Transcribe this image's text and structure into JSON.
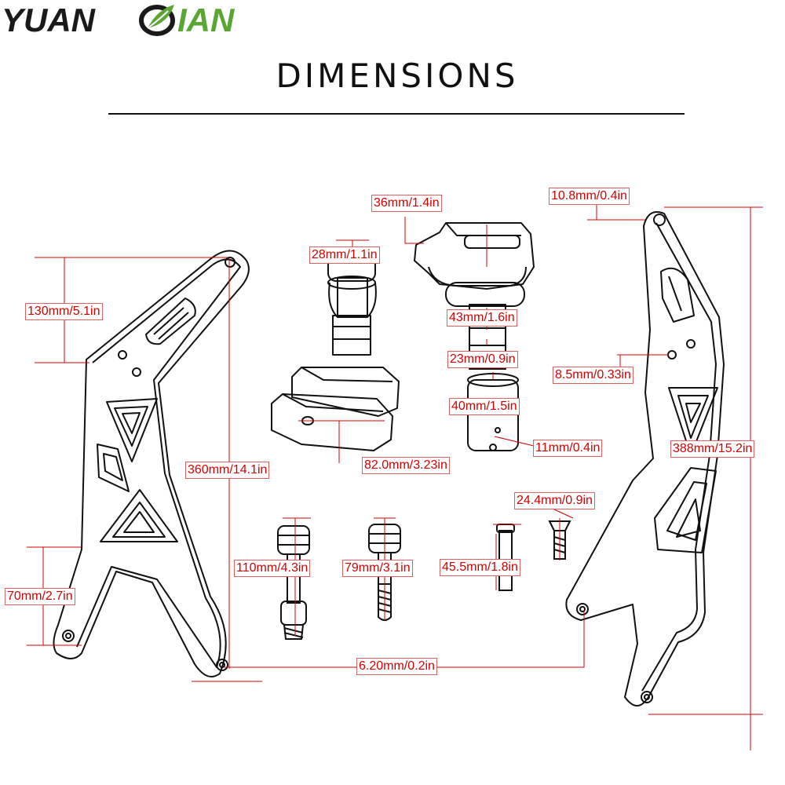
{
  "brand": {
    "logo_text": "YUANQIAN",
    "accent_color": "#5aa632",
    "text_color": "#1a1a1a"
  },
  "title": "DIMENSIONS",
  "colors": {
    "dimension_line": "#d40000",
    "outline": "#111111"
  },
  "dimensions": {
    "bracket_top": "130mm/5.1in",
    "bracket_height": "360mm/14.1in",
    "bracket_bottom": "70mm/2.7in",
    "slider_top_cap": "28mm/1.1in",
    "slider_width": "82.0mm/3.23in",
    "slider2_top": "36mm/1.4in",
    "slider2_bolt": "43mm/1.6in",
    "slider2_spacer": "23mm/0.9in",
    "slider2_base": "40mm/1.5in",
    "slider2_hole": "11mm/0.4in",
    "small_bolt": "24.4mm/0.9in",
    "pin_length": "45.5mm/1.8in",
    "bolt_long": "110mm/4.3in",
    "bolt_medium": "79mm/3.1in",
    "mount_hole": "6.20mm/0.2in",
    "right_top_hole": "10.8mm/0.4in",
    "right_small_hole": "8.5mm/0.33in",
    "right_height": "388mm/15.2in"
  }
}
